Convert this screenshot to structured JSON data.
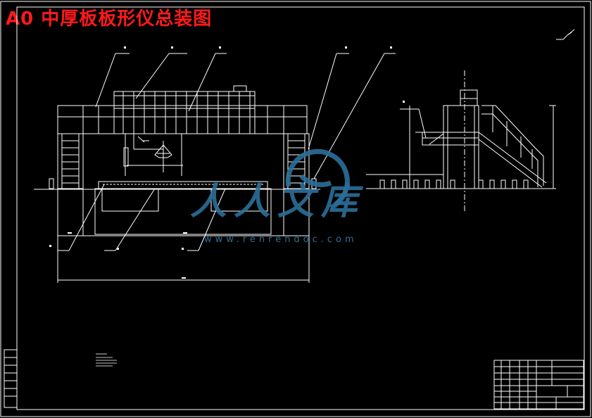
{
  "drawing": {
    "title": "A0 中厚板板形仪总装图",
    "watermark": {
      "text": "人人文库",
      "url": "www.renrendoc.com"
    }
  },
  "colors": {
    "background": "#000000",
    "lines": "#ffffff",
    "title": "#ff1a1a",
    "watermark": "#2c6f99"
  }
}
